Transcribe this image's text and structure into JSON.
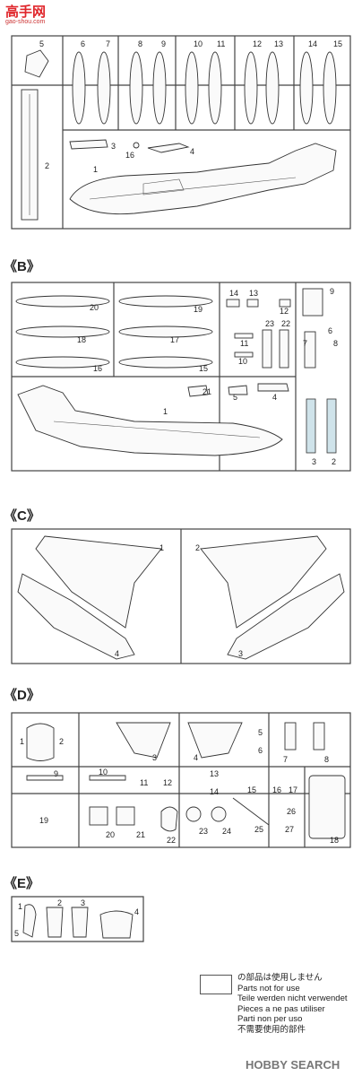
{
  "watermark_top": {
    "title": "高手网",
    "url": "gao-shou.com"
  },
  "watermark_bottom": "HOBBY SEARCH",
  "sections": {
    "B": "《B》",
    "C": "《C》",
    "D": "《D》",
    "E": "《E》"
  },
  "sprue_A_numbers": [
    "5",
    "6",
    "7",
    "8",
    "9",
    "10",
    "11",
    "12",
    "13",
    "14",
    "15",
    "3",
    "16",
    "4",
    "1",
    "2"
  ],
  "sprue_B_numbers": [
    "20",
    "19",
    "14",
    "13",
    "12",
    "9",
    "18",
    "17",
    "11",
    "23",
    "22",
    "6",
    "8",
    "16",
    "15",
    "10",
    "7",
    "21",
    "5",
    "4",
    "1",
    "3",
    "2"
  ],
  "sprue_C_numbers": [
    "1",
    "2",
    "4",
    "3"
  ],
  "sprue_D_numbers": [
    "1",
    "2",
    "3",
    "4",
    "5",
    "6",
    "7",
    "8",
    "9",
    "10",
    "11",
    "12",
    "13",
    "14",
    "15",
    "16",
    "17",
    "26",
    "19",
    "20",
    "21",
    "22",
    "23",
    "24",
    "25",
    "27",
    "18"
  ],
  "sprue_E_numbers": [
    "1",
    "2",
    "3",
    "4",
    "5"
  ],
  "legend": {
    "jp": "の部品は使用しません",
    "en": "Parts not for use",
    "de": "Teile werden nicht verwendet",
    "fr": "Pieces a ne pas utiliser",
    "it": "Parti non per uso",
    "zh": "不需要使用的部件"
  }
}
